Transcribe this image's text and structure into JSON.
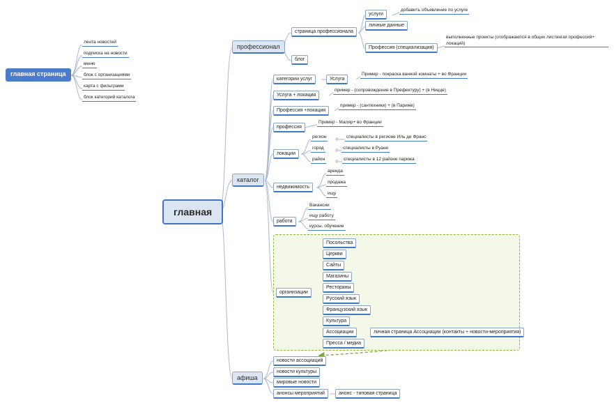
{
  "home": {
    "label": "главная страница"
  },
  "home_items": [
    "лента новостей",
    "подписка на новости",
    "меню",
    "блок с организациями",
    "карта с фильтрами",
    "блок категорий каталога"
  ],
  "root": {
    "label": "главная"
  },
  "professional": {
    "label": "профессионал",
    "page": "страница профессионала",
    "services": "услуги",
    "add_ad": "добавить объявление по услуге",
    "personal_data": "личные данные",
    "profession_spec": "Профессия (специализация)",
    "projects_note": "выполненные проекты  (отображаются в общих листингах профессий+ локаций)",
    "blog": "блог"
  },
  "catalog": {
    "label": "каталог",
    "service_categories": "категории услуг",
    "service": "Услуга",
    "service_example": "Пример - покраска ванной комнаты + во Франции",
    "service_location": "Услуга + локация",
    "service_location_example": "пример - (сопровождение в Префектуру)  + (в Ницце)",
    "profession_location": "Профессия +локация",
    "profession_location_example": "пример - (сантехники) + (в Париже)",
    "profession": "профессия",
    "profession_example": "Пример - Маляр+ во Франции",
    "locations": "локации",
    "location_rows": [
      {
        "kind": "регион",
        "example": "специалисты в регионе Иль де Франс"
      },
      {
        "kind": "город",
        "example": "специалисты в Руане"
      },
      {
        "kind": "район",
        "example": "специалисты в 12 районе парижа"
      }
    ],
    "realty": "недвижимость",
    "realty_items": [
      "аренда",
      "продажа",
      "ищу"
    ],
    "work": "работа",
    "work_items": [
      "Вакансии",
      "ищу работу",
      "курсы. обучение"
    ],
    "organizations": "организации",
    "org_items": [
      "Посольства",
      "Церкви",
      "Сайты",
      "Магазины",
      "Рестораны",
      "Русский язык",
      "Французский язык",
      "Культура",
      "Ассоциации",
      "Пресса / медиа"
    ],
    "association_page": "личная страница Ассоциации (контакты + новости-мероприятия)"
  },
  "afisha": {
    "label": "афиша",
    "items": [
      "новости ассоциаций",
      "новости культуры",
      "мировые новости",
      "анонсы мероприятий"
    ],
    "announce_page": "анонс - типовая страница"
  },
  "colors": {
    "connector": "#aab7c9",
    "accent": "#3f78c8",
    "group_border": "#8cb43a",
    "group_fill": "#f3f8e8",
    "relation": "#7aa536"
  }
}
